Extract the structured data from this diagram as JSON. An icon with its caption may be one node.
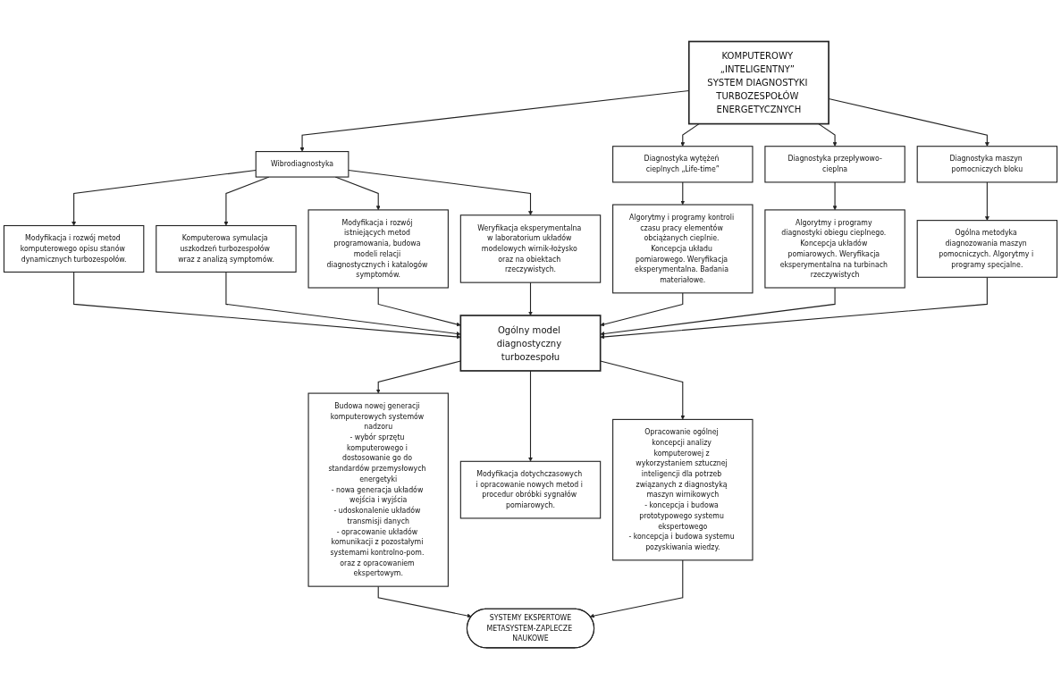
{
  "diagram": {
    "nodes": [
      {
        "text": [
          "KOMPUTEROWY „INTELIGENTNY” SYSTEM DIAGNOSTYKI TURBOZESPOŁÓW ENERGETYCZNYCH"
        ]
      },
      {
        "text": [
          "Wibrodiagnostyka"
        ]
      },
      {
        "text": [
          "Diagnostyka wytężeń cieplnych „Life-time”"
        ]
      },
      {
        "text": [
          "Diagnostyka przepływowo-cieplna"
        ]
      },
      {
        "text": [
          "Diagnostyka maszyn pomocniczych bloku"
        ]
      },
      {
        "text": [
          "Modyfikacja i rozwój metod komputerowego opisu stanów dynamicznych turbozespołów."
        ]
      },
      {
        "text": [
          "Komputerowa symulacja uszkodzeń turbozespołów wraz z analizą symptomów."
        ]
      },
      {
        "text": [
          "Modyfikacja i rozwój istniejących metod programowania, budowa modeli relacji diagnostycznych i katalogów symptomów."
        ]
      },
      {
        "text": [
          "Weryfikacja eksperymentalna w laboratorium układów modelowych wirnik-łożysko oraz na obiektach rzeczywistych."
        ]
      },
      {
        "text": [
          "Algorytmy i programy kontroli czasu pracy elementów obciążanych cieplnie. Koncepcja układu pomiarowego. Weryfikacja eksperymentalna. Badania materiałowe."
        ]
      },
      {
        "text": [
          "Algorytmy i programy diagnostyki obiegu cieplnego. Koncepcja układów pomiarowych. Weryfikacja eksperymentalna na turbinach rzeczywistych"
        ]
      },
      {
        "text": [
          "Ogólna metodyka diagnozowania maszyn pomocniczych. Algorytmy i programy specjalne."
        ]
      },
      {
        "text": [
          "Ogólny model diagnostyczny turbozespołu"
        ]
      },
      {
        "text": [
          "Budowa nowej generacji komputerowych systemów nadzoru",
          "- wybór sprzętu komputerowego i dostosowanie go do standardów przemysłowych energetyki",
          "- nowa generacja układów wejścia i wyjścia",
          "- udoskonalenie układów transmisji danych",
          "- opracowanie układów komunikacji z pozostałymi systemami kontrolno-pom. oraz z opracowaniem ekspertowym."
        ]
      },
      {
        "text": [
          "Modyfikacja dotychczasowych i opracowanie nowych metod i procedur obróbki sygnałów pomiarowych."
        ]
      },
      {
        "text": [
          "Opracowanie ogólnej koncepcji analizy komputerowej z wykorzystaniem sztucznej inteligencji dla potrzeb związanych z diagnostyką maszyn wirnikowych",
          "- koncepcja i budowa prototypowego systemu ekspertowego",
          "- koncepcja i budowa systemu pozyskiwania wiedzy."
        ]
      },
      {
        "text": [
          "SYSTEMY EKSPERTOWE",
          "METASYSTEM-ZAPLECZE NAUKOWE"
        ]
      }
    ],
    "edges": [
      {
        "from": 0,
        "to": 1,
        "arrow": "to"
      },
      {
        "from": 0,
        "to": 2,
        "arrow": "to"
      },
      {
        "from": 0,
        "to": 3,
        "arrow": "to"
      },
      {
        "from": 0,
        "to": 4,
        "arrow": "to"
      },
      {
        "from": 1,
        "to": 5,
        "arrow": "to"
      },
      {
        "from": 1,
        "to": 6,
        "arrow": "to"
      },
      {
        "from": 1,
        "to": 7,
        "arrow": "to"
      },
      {
        "from": 1,
        "to": 8,
        "arrow": "to"
      },
      {
        "from": 2,
        "to": 9,
        "arrow": "to"
      },
      {
        "from": 3,
        "to": 10,
        "arrow": "to"
      },
      {
        "from": 4,
        "to": 11,
        "arrow": "to"
      },
      {
        "from": 5,
        "to": 12,
        "arrow": "to"
      },
      {
        "from": 6,
        "to": 12,
        "arrow": "to"
      },
      {
        "from": 7,
        "to": 12,
        "arrow": "to"
      },
      {
        "from": 8,
        "to": 12,
        "arrow": "to"
      },
      {
        "from": 9,
        "to": 12,
        "arrow": "to"
      },
      {
        "from": 10,
        "to": 12,
        "arrow": "to"
      },
      {
        "from": 11,
        "to": 12,
        "arrow": "to"
      },
      {
        "from": 12,
        "to": 13,
        "arrow": "to"
      },
      {
        "from": 12,
        "to": 14,
        "arrow": "to"
      },
      {
        "from": 12,
        "to": 15,
        "arrow": "to"
      },
      {
        "from": 13,
        "to": 16,
        "arrow": "to"
      },
      {
        "from": 15,
        "to": 16,
        "arrow": "to"
      }
    ]
  }
}
